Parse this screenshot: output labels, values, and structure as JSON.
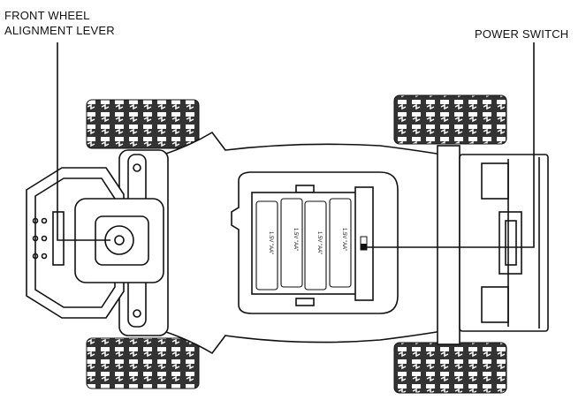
{
  "labels": {
    "front_wheel_line1": "FRONT WHEEL",
    "front_wheel_line2": "ALIGNMENT LEVER",
    "power_switch": "POWER SWITCH"
  },
  "battery_label": "1.5V \"AA\"",
  "colors": {
    "line": "#111111",
    "background": "#ffffff",
    "tire": "#333333"
  }
}
